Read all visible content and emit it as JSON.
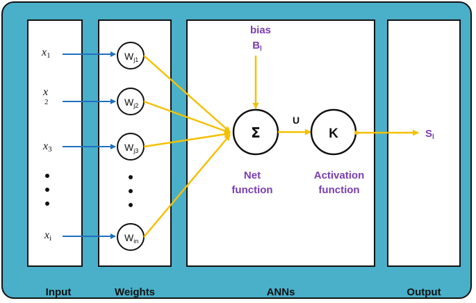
{
  "sections": {
    "input": "Input",
    "weights": "Weights",
    "anns": "ANNs",
    "output": "Output"
  },
  "inputs": [
    {
      "base": "x",
      "sub": "1"
    },
    {
      "base": "x",
      "sub": "2"
    },
    {
      "base": "x",
      "sub": "3"
    },
    {
      "base": "x",
      "sub": "i"
    }
  ],
  "weights": [
    {
      "base": "W",
      "sub": "j1"
    },
    {
      "base": "W",
      "sub": "j2"
    },
    {
      "base": "W",
      "sub": "j3"
    },
    {
      "base": "W",
      "sub": "in"
    }
  ],
  "bias": {
    "label": "bias",
    "symbol_base": "B",
    "symbol_sub": "l"
  },
  "sum_node": {
    "symbol": "Σ",
    "caption_line1": "Net",
    "caption_line2": "function"
  },
  "activation_node": {
    "symbol": "K",
    "caption_line1": "Activation",
    "caption_line2": "function"
  },
  "edge_label": "U",
  "output": {
    "base": "S",
    "sub": "l"
  },
  "colors": {
    "background": "#4aafc9",
    "input_arrow": "#1f6fbf",
    "signal_arrow": "#f5c000",
    "label_text": "#7a3db0"
  }
}
